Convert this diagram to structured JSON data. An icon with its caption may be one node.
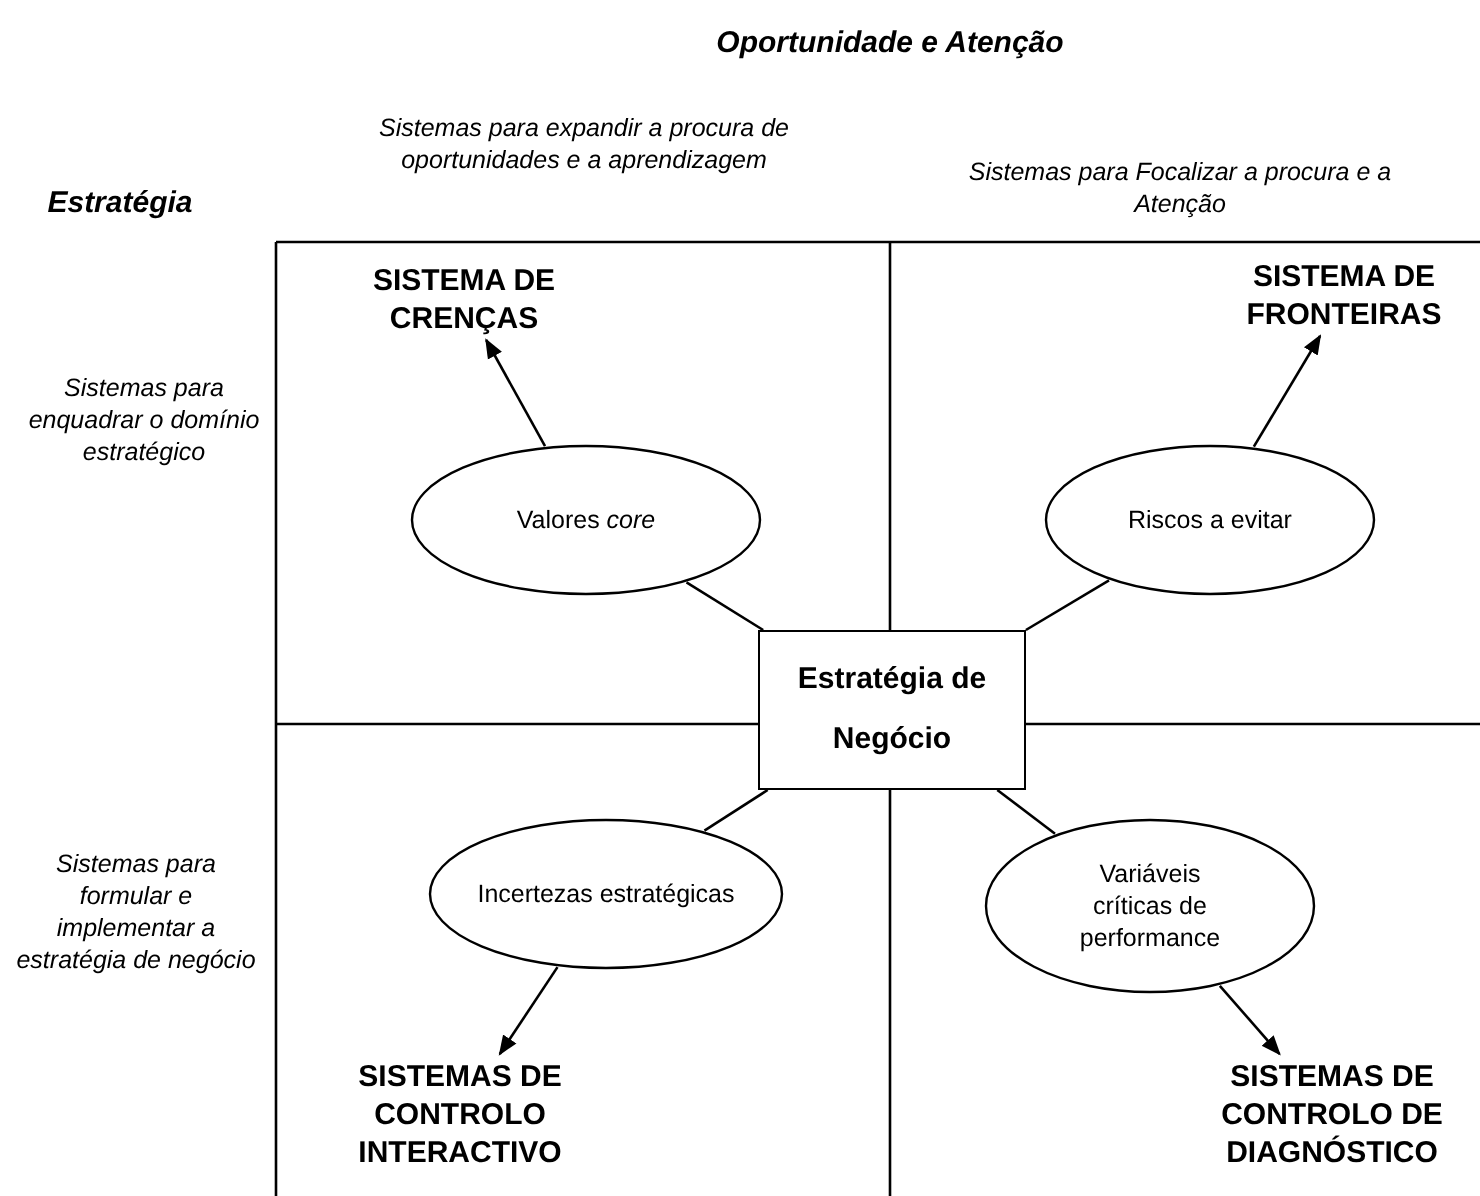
{
  "diagram": {
    "nodes": [
      {
        "text": [
          "SISTEMA DE CRENÇAS"
        ]
      },
      {
        "text": [
          "SISTEMA DE FRONTEIRAS"
        ]
      },
      {
        "text": [
          "Valores *core*"
        ]
      },
      {
        "text": [
          "Riscos a evitar"
        ]
      },
      {
        "text": [
          "Estratégia de Negócio"
        ]
      },
      {
        "text": [
          "Incertezas estratégicas"
        ]
      },
      {
        "text": [
          "Variáveis críticas de performance"
        ]
      },
      {
        "text": [
          "SISTEMAS DE CONTROLO INTERACTIVO"
        ]
      },
      {
        "text": [
          "SISTEMAS DE CONTROLO DE DIAGNÓSTICO"
        ]
      }
    ],
    "edges": [
      {
        "from": 4,
        "to": 2,
        "arrow": "none"
      },
      {
        "from": 2,
        "to": 0,
        "arrow": "to"
      },
      {
        "from": 4,
        "to": 3,
        "arrow": "none"
      },
      {
        "from": 3,
        "to": 1,
        "arrow": "to"
      },
      {
        "from": 4,
        "to": 5,
        "arrow": "none"
      },
      {
        "from": 5,
        "to": 7,
        "arrow": "to"
      },
      {
        "from": 4,
        "to": 6,
        "arrow": "none"
      },
      {
        "from": 6,
        "to": 8,
        "arrow": "to"
      }
    ],
    "labels": [
      "Oportunidade e Atenção",
      "Estratégia",
      "Sistemas para expandir a procura de oportunidades e a aprendizagem",
      "Sistemas para Focalizar a procura e a Atenção",
      "Sistemas para enquadrar o domínio estratégico",
      "Sistemas para formular e implementar a estratégia de negócio"
    ]
  }
}
